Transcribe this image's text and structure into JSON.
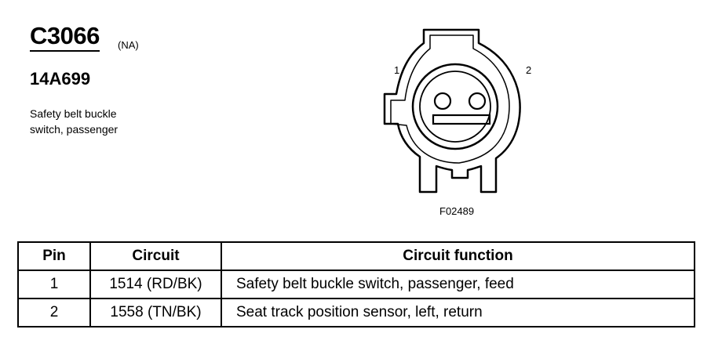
{
  "header": {
    "connector_id": "C3066",
    "region": "(NA)",
    "part_number": "14A699",
    "description_line1": "Safety belt buckle",
    "description_line2": "switch, passenger"
  },
  "diagram": {
    "pin_label_1": "1",
    "pin_label_2": "2",
    "figure_code": "F02489"
  },
  "table": {
    "headers": {
      "pin": "Pin",
      "circuit": "Circuit",
      "function": "Circuit function"
    },
    "rows": [
      {
        "pin": "1",
        "circuit": "1514 (RD/BK)",
        "function": "Safety belt buckle switch, passenger, feed"
      },
      {
        "pin": "2",
        "circuit": "1558 (TN/BK)",
        "function": "Seat track position sensor, left, return"
      }
    ]
  }
}
